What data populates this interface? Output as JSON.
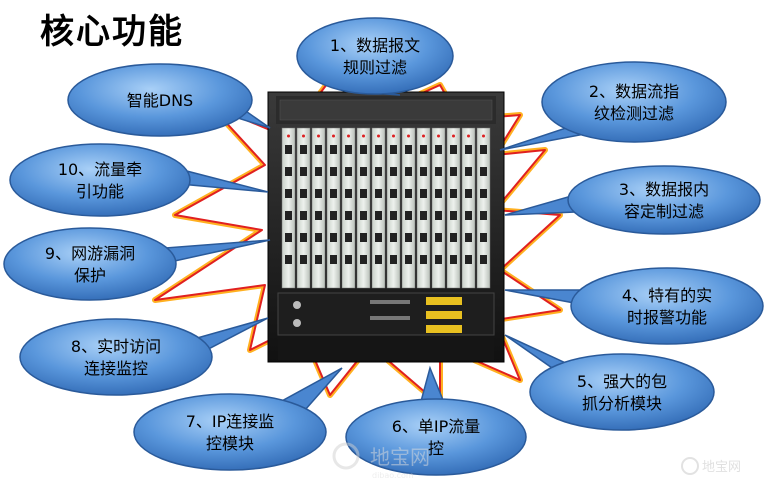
{
  "title": "核心功能",
  "colors": {
    "bubble_fill": "#4a86d0",
    "bubble_stroke": "#2a5a9a",
    "burst_fill": "#ffffff",
    "burst_stroke": "#e02020",
    "burst_glow": "#ffd060",
    "chassis": "#222222"
  },
  "features": [
    {
      "id": "f1",
      "lines": [
        "1、数据报文",
        "规则过滤"
      ]
    },
    {
      "id": "f2",
      "lines": [
        "2、数据流指",
        "纹检测过滤"
      ]
    },
    {
      "id": "f3",
      "lines": [
        "3、数据报内",
        "容定制过滤"
      ]
    },
    {
      "id": "f4",
      "lines": [
        "4、特有的实",
        "时报警功能"
      ]
    },
    {
      "id": "f5",
      "lines": [
        "5、强大的包",
        "抓分析模块"
      ]
    },
    {
      "id": "f6",
      "lines": [
        "6、单IP流量",
        "控"
      ]
    },
    {
      "id": "f7",
      "lines": [
        "7、IP连接监",
        "控模块"
      ]
    },
    {
      "id": "f8",
      "lines": [
        "8、实时访问",
        "连接监控"
      ]
    },
    {
      "id": "f9",
      "lines": [
        "9、网游漏洞",
        "保护"
      ]
    },
    {
      "id": "f10",
      "lines": [
        "10、流量牵",
        "引功能"
      ]
    },
    {
      "id": "fdns",
      "lines": [
        "智能DNS"
      ]
    }
  ],
  "watermarks": {
    "center": "地宝网",
    "center_sub": "dibao.com",
    "right": "地宝网"
  }
}
